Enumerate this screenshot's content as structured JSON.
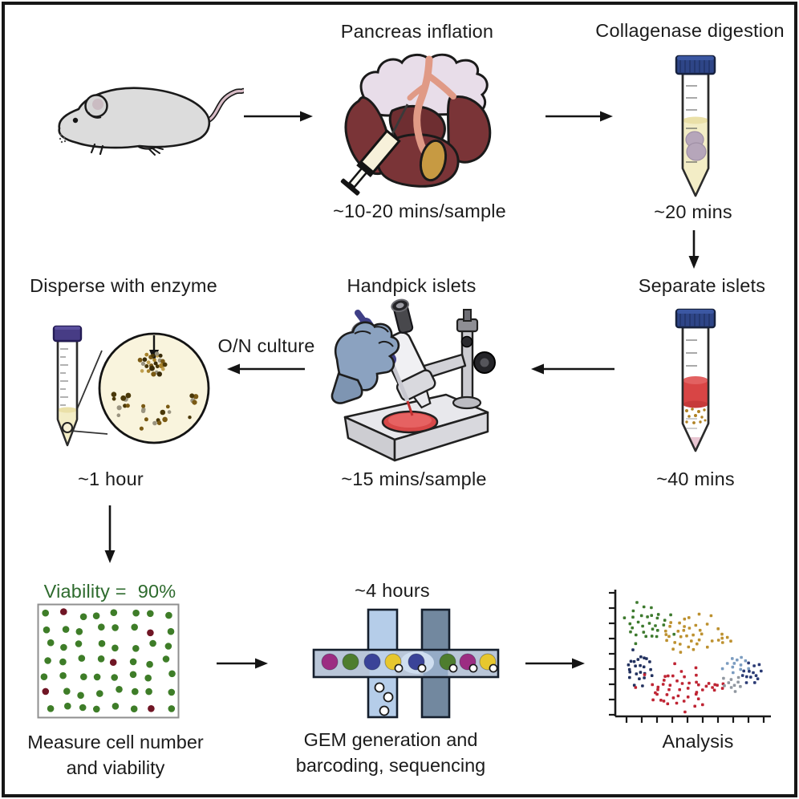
{
  "panel": {
    "pancreas_inflation": {
      "title": "Pancreas inflation",
      "time": "~10-20 mins/sample"
    },
    "collagenase_digestion": {
      "title": "Collagenase digestion",
      "time": "~20 mins"
    },
    "separate_islets": {
      "title": "Separate islets",
      "time": "~40 mins"
    },
    "handpick_islets": {
      "title": "Handpick islets",
      "time": "~15 mins/sample"
    },
    "overnight_culture_label": "O/N culture",
    "disperse_with_enzyme": {
      "title": "Disperse with enzyme",
      "time": "~1 hour"
    },
    "measure_viability": {
      "viability_label": "Viability =",
      "viability_value": "90%",
      "label_color": "#2e6b2e",
      "caption_line1": "Measure cell number",
      "caption_line2": "and viability"
    },
    "gem_generation": {
      "time": "~4 hours",
      "caption_line1": "GEM generation and",
      "caption_line2": "barcoding, sequencing"
    },
    "analysis": {
      "caption": "Analysis"
    }
  },
  "viability_box": {
    "rows": 7,
    "cols": 8,
    "dead_indices": [
      1,
      14,
      28,
      40,
      54
    ],
    "live_color": "#3e7d28",
    "dead_color": "#701625"
  },
  "petri_dish": {
    "cluster_dots": 26,
    "scatter_dots": 26,
    "palette": [
      "#3a2c08",
      "#7a5a14",
      "#a8822a",
      "#4a3808",
      "#c0a050",
      "#9a9480"
    ]
  },
  "gem_device": {
    "channel_color": "#b9c6d8",
    "left_channel_color": "#b5cde9",
    "right_channel_color": "#72889f",
    "outline_color": "#141e2c",
    "bead_color": "#ffffff",
    "cells": [
      {
        "color": "#9c2d82",
        "bead": false
      },
      {
        "color": "#4e7d2e",
        "bead": false
      },
      {
        "color": "#3a4398",
        "bead": false
      },
      {
        "color": "#e7c72e",
        "bead": true
      },
      {
        "color": "#3a4398",
        "bead": true,
        "droplet": true
      },
      {
        "color": "#4e7d2e",
        "bead": true
      },
      {
        "color": "#9c2d82",
        "bead": true
      },
      {
        "color": "#e7c72e",
        "bead": true
      }
    ]
  },
  "chart_data": {
    "type": "scatter",
    "title": "Analysis",
    "xlabel": "",
    "ylabel": "",
    "axis_tick_labels": false,
    "y_ticks": 9,
    "x_ticks": 10,
    "clusters": [
      {
        "name": "green",
        "color": "#3d7a2e",
        "count": 30,
        "cx": 0.2,
        "cy": 0.27,
        "rx": 30,
        "ry": 23
      },
      {
        "name": "mustard",
        "color": "#bd9130",
        "count": 34,
        "cx": 0.47,
        "cy": 0.36,
        "rx": 34,
        "ry": 26
      },
      {
        "name": "mustard-tail",
        "color": "#bd9130",
        "count": 6,
        "cx": 0.72,
        "cy": 0.4,
        "rx": 10,
        "ry": 8
      },
      {
        "name": "navy",
        "color": "#22315f",
        "count": 24,
        "cx": 0.15,
        "cy": 0.65,
        "rx": 18,
        "ry": 22
      },
      {
        "name": "red",
        "color": "#bf2433",
        "count": 44,
        "cx": 0.4,
        "cy": 0.82,
        "rx": 42,
        "ry": 26
      },
      {
        "name": "red-tail",
        "color": "#bf2433",
        "count": 7,
        "cx": 0.66,
        "cy": 0.8,
        "rx": 18,
        "ry": 6
      },
      {
        "name": "steel-blue",
        "color": "#7b9cc0",
        "count": 12,
        "cx": 0.8,
        "cy": 0.62,
        "rx": 16,
        "ry": 12
      },
      {
        "name": "navy-right",
        "color": "#2a3a74",
        "count": 14,
        "cx": 0.9,
        "cy": 0.7,
        "rx": 14,
        "ry": 14
      },
      {
        "name": "gray",
        "color": "#9097a0",
        "count": 10,
        "cx": 0.78,
        "cy": 0.78,
        "rx": 12,
        "ry": 9
      }
    ]
  }
}
